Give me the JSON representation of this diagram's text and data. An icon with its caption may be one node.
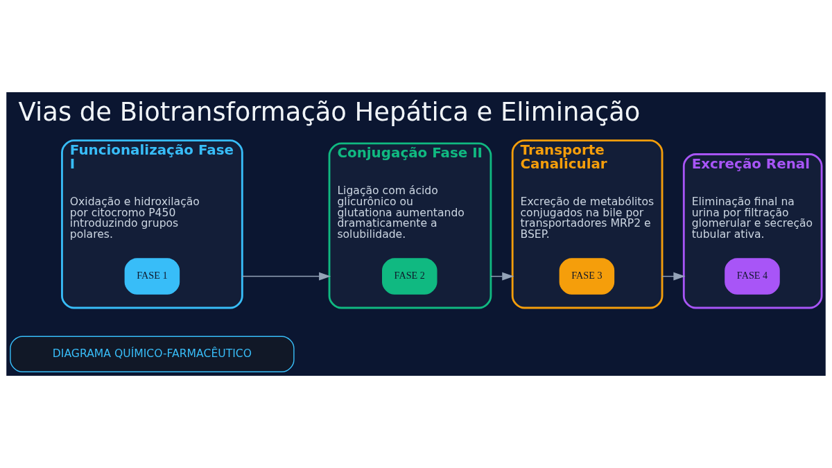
{
  "diagram": {
    "title": "Vias de Biotransformação Hepática e Eliminação",
    "nodes": [
      {
        "text": [
          "DIAGRAMA QUÍMICO-FARMACÊUTICO"
        ]
      },
      {
        "text": [
          "Funcionalização Fase I",
          "Oxidação e hidroxilação por citocromo P450 introduzindo grupos polares."
        ]
      },
      {
        "text": [
          "FASE 1"
        ],
        "in": 1
      },
      {
        "text": [
          "Conjugação Fase II",
          "Ligação com ácido glicurônico ou glutationa aumentando dramaticamente a solubilidade."
        ]
      },
      {
        "text": [
          "FASE 2"
        ],
        "in": 3
      },
      {
        "text": [
          "Transporte Canalicular",
          "Excreção de metabólitos conjugados na bile por transportadores MRP2 e BSEP."
        ]
      },
      {
        "text": [
          "FASE 3"
        ],
        "in": 5
      },
      {
        "text": [
          "Excreção Renal",
          "Eliminação final na urina por filtração glomerular e secreção tubular ativa."
        ]
      },
      {
        "text": [
          "FASE 4"
        ],
        "in": 7
      }
    ],
    "edges": [
      {
        "from": 1,
        "to": 3,
        "arrow": "to"
      },
      {
        "from": 3,
        "to": 5,
        "arrow": "to"
      },
      {
        "from": 5,
        "to": 7,
        "arrow": "to"
      }
    ]
  }
}
